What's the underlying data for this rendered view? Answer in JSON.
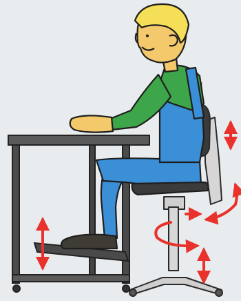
{
  "scene": {
    "background_color": "#e9ecee",
    "colors": {
      "arrow": "#e8322b",
      "shirt": "#3ea64a",
      "overalls": "#3a8fd6",
      "skin": "#f4c96b",
      "hair": "#f6df58",
      "shoe": "#3f3c36",
      "desk_frame": "#4b4b4b",
      "desk_top": "#5a5a5a",
      "chair_frame": "#c9c9c9",
      "seat": "#3b3b3b"
    },
    "elements": [
      "seated-person",
      "desk",
      "footrest",
      "office-chair",
      "backrest-height-arrow",
      "backrest-tilt-arrow",
      "seat-rotation-arrow",
      "seat-height-arrow",
      "footrest-height-arrow"
    ]
  }
}
